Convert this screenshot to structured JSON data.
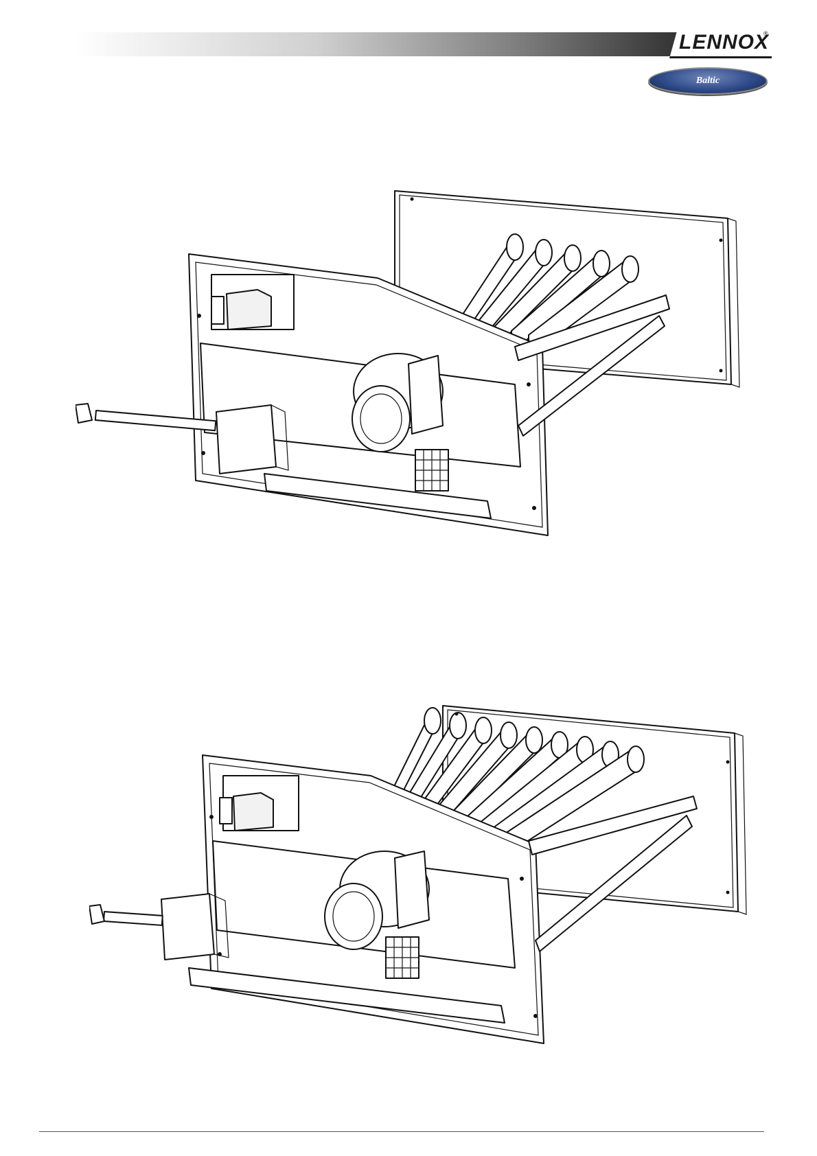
{
  "header": {
    "brand": "LENNOX",
    "registered_mark": "®",
    "sub_brand": "Baltic"
  },
  "figures": [
    {
      "name": "burner-assembly-small",
      "tube_count": 5
    },
    {
      "name": "burner-assembly-large",
      "tube_count": 9
    }
  ],
  "colors": {
    "line": "#111111",
    "badge": "#2f4b8a",
    "header_gradient_end": "#333333"
  }
}
